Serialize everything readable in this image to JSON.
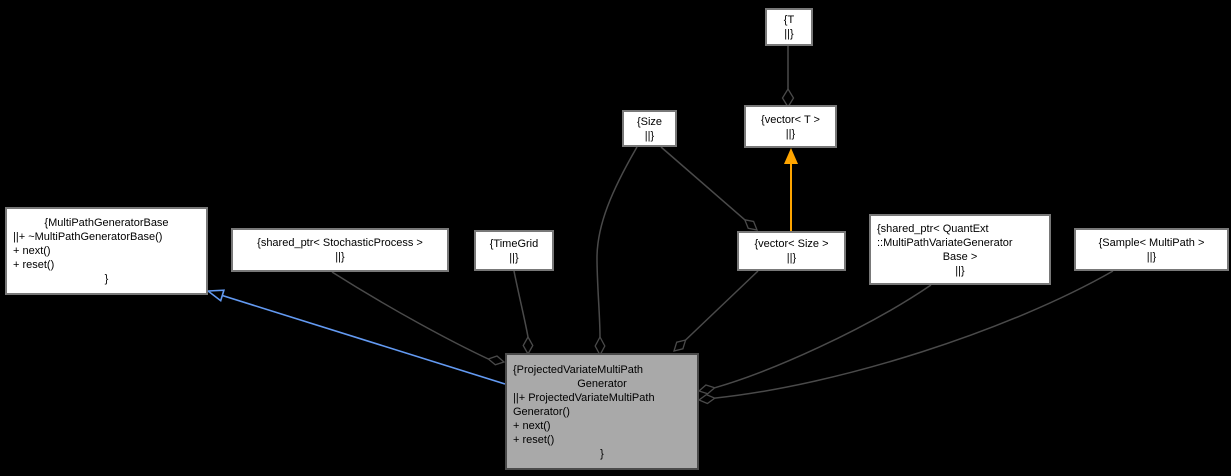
{
  "diagram": {
    "title": "ProjectedVariateMultiPathGenerator collaboration diagram",
    "background": "#000000",
    "colors": {
      "bg": "#000000",
      "edge": "#4a4a4a",
      "inherit": "#639af2",
      "template_rel": "#ffa500",
      "node_fill": "#ffffff",
      "node_border": "#787878",
      "main_fill": "#a9a9a9",
      "main_border": "#4a4a4a",
      "text": "#000000"
    },
    "nodes": {
      "t": {
        "label": "T",
        "lines": [
          "{T",
          "||}"
        ]
      },
      "size": {
        "label": "Size",
        "lines": [
          "{Size",
          "||}"
        ]
      },
      "vector_t": {
        "label": "vector< T >",
        "lines": [
          "{vector< T >",
          "||}"
        ]
      },
      "multipath_generator_base": {
        "label": "MultiPathGeneratorBase",
        "lines": [
          "{MultiPathGeneratorBase",
          "||+ ~MultiPathGeneratorBase()",
          "+ next()",
          "+ reset()",
          "}"
        ]
      },
      "shared_ptr_stochastic_process": {
        "label": "shared_ptr< StochasticProcess >",
        "lines": [
          "{shared_ptr< StochasticProcess >",
          "||}"
        ]
      },
      "timegrid": {
        "label": "TimeGrid",
        "lines": [
          "{TimeGrid",
          "||}"
        ]
      },
      "vector_size": {
        "label": "vector< Size >",
        "lines": [
          "{vector< Size >",
          "||}"
        ]
      },
      "shared_ptr_quantext_mpvg": {
        "label": "shared_ptr< QuantExt::MultiPathVariateGeneratorBase >",
        "lines": [
          "{shared_ptr< QuantExt",
          "::MultiPathVariateGenerator",
          "Base >",
          "||}"
        ]
      },
      "sample_multipath": {
        "label": "Sample< MultiPath >",
        "lines": [
          "{Sample< MultiPath >",
          "||}"
        ]
      },
      "main": {
        "label": "ProjectedVariateMultiPathGenerator",
        "lines": [
          "{ProjectedVariateMultiPath",
          "Generator",
          "||+ ProjectedVariateMultiPath",
          "Generator()",
          "+ next()",
          "+ reset()",
          "}"
        ]
      }
    },
    "edges": [
      {
        "owner": "vector< T >",
        "part": "T",
        "type": "aggregation"
      },
      {
        "owner": "vector< T >",
        "part": "vector< Size >",
        "type": "template-instance"
      },
      {
        "owner": "vector< Size >",
        "part": "Size",
        "type": "aggregation"
      },
      {
        "owner": "ProjectedVariateMultiPathGenerator",
        "part": "Size",
        "type": "aggregation"
      },
      {
        "owner": "ProjectedVariateMultiPathGenerator",
        "part": "TimeGrid",
        "type": "aggregation"
      },
      {
        "owner": "ProjectedVariateMultiPathGenerator",
        "part": "shared_ptr< StochasticProcess >",
        "type": "aggregation"
      },
      {
        "owner": "ProjectedVariateMultiPathGenerator",
        "part": "vector< Size >",
        "type": "aggregation"
      },
      {
        "owner": "ProjectedVariateMultiPathGenerator",
        "part": "shared_ptr< QuantExt::MultiPathVariateGeneratorBase >",
        "type": "aggregation"
      },
      {
        "owner": "ProjectedVariateMultiPathGenerator",
        "part": "Sample< MultiPath >",
        "type": "aggregation"
      },
      {
        "base": "MultiPathGeneratorBase",
        "derived": "ProjectedVariateMultiPathGenerator",
        "type": "inheritance"
      }
    ]
  }
}
